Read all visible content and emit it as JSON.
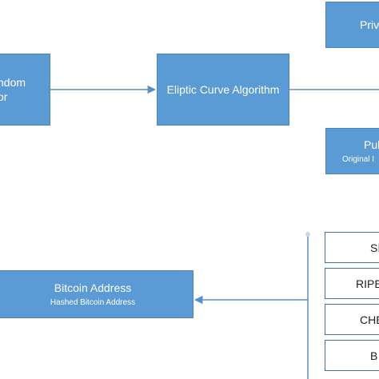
{
  "nodes": {
    "random_generator": {
      "title": "ndom",
      "sub": "or"
    },
    "elliptic": {
      "title": "Eliptic Curve Algorithm"
    },
    "private_key": {
      "title": "Priv"
    },
    "public_key": {
      "title": "Pul",
      "sub": "Original I"
    },
    "bitcoin_address": {
      "title": "Bitcoin Address",
      "sub": "Hashed Bitcoin Address"
    },
    "hash_steps": [
      "SI",
      "RIPE",
      "CHE",
      "B"
    ]
  },
  "colors": {
    "box_fill": "#5b9bd5",
    "box_border": "#4a84bb",
    "arrow": "#5b8fc7",
    "outline_border": "#41719c"
  }
}
